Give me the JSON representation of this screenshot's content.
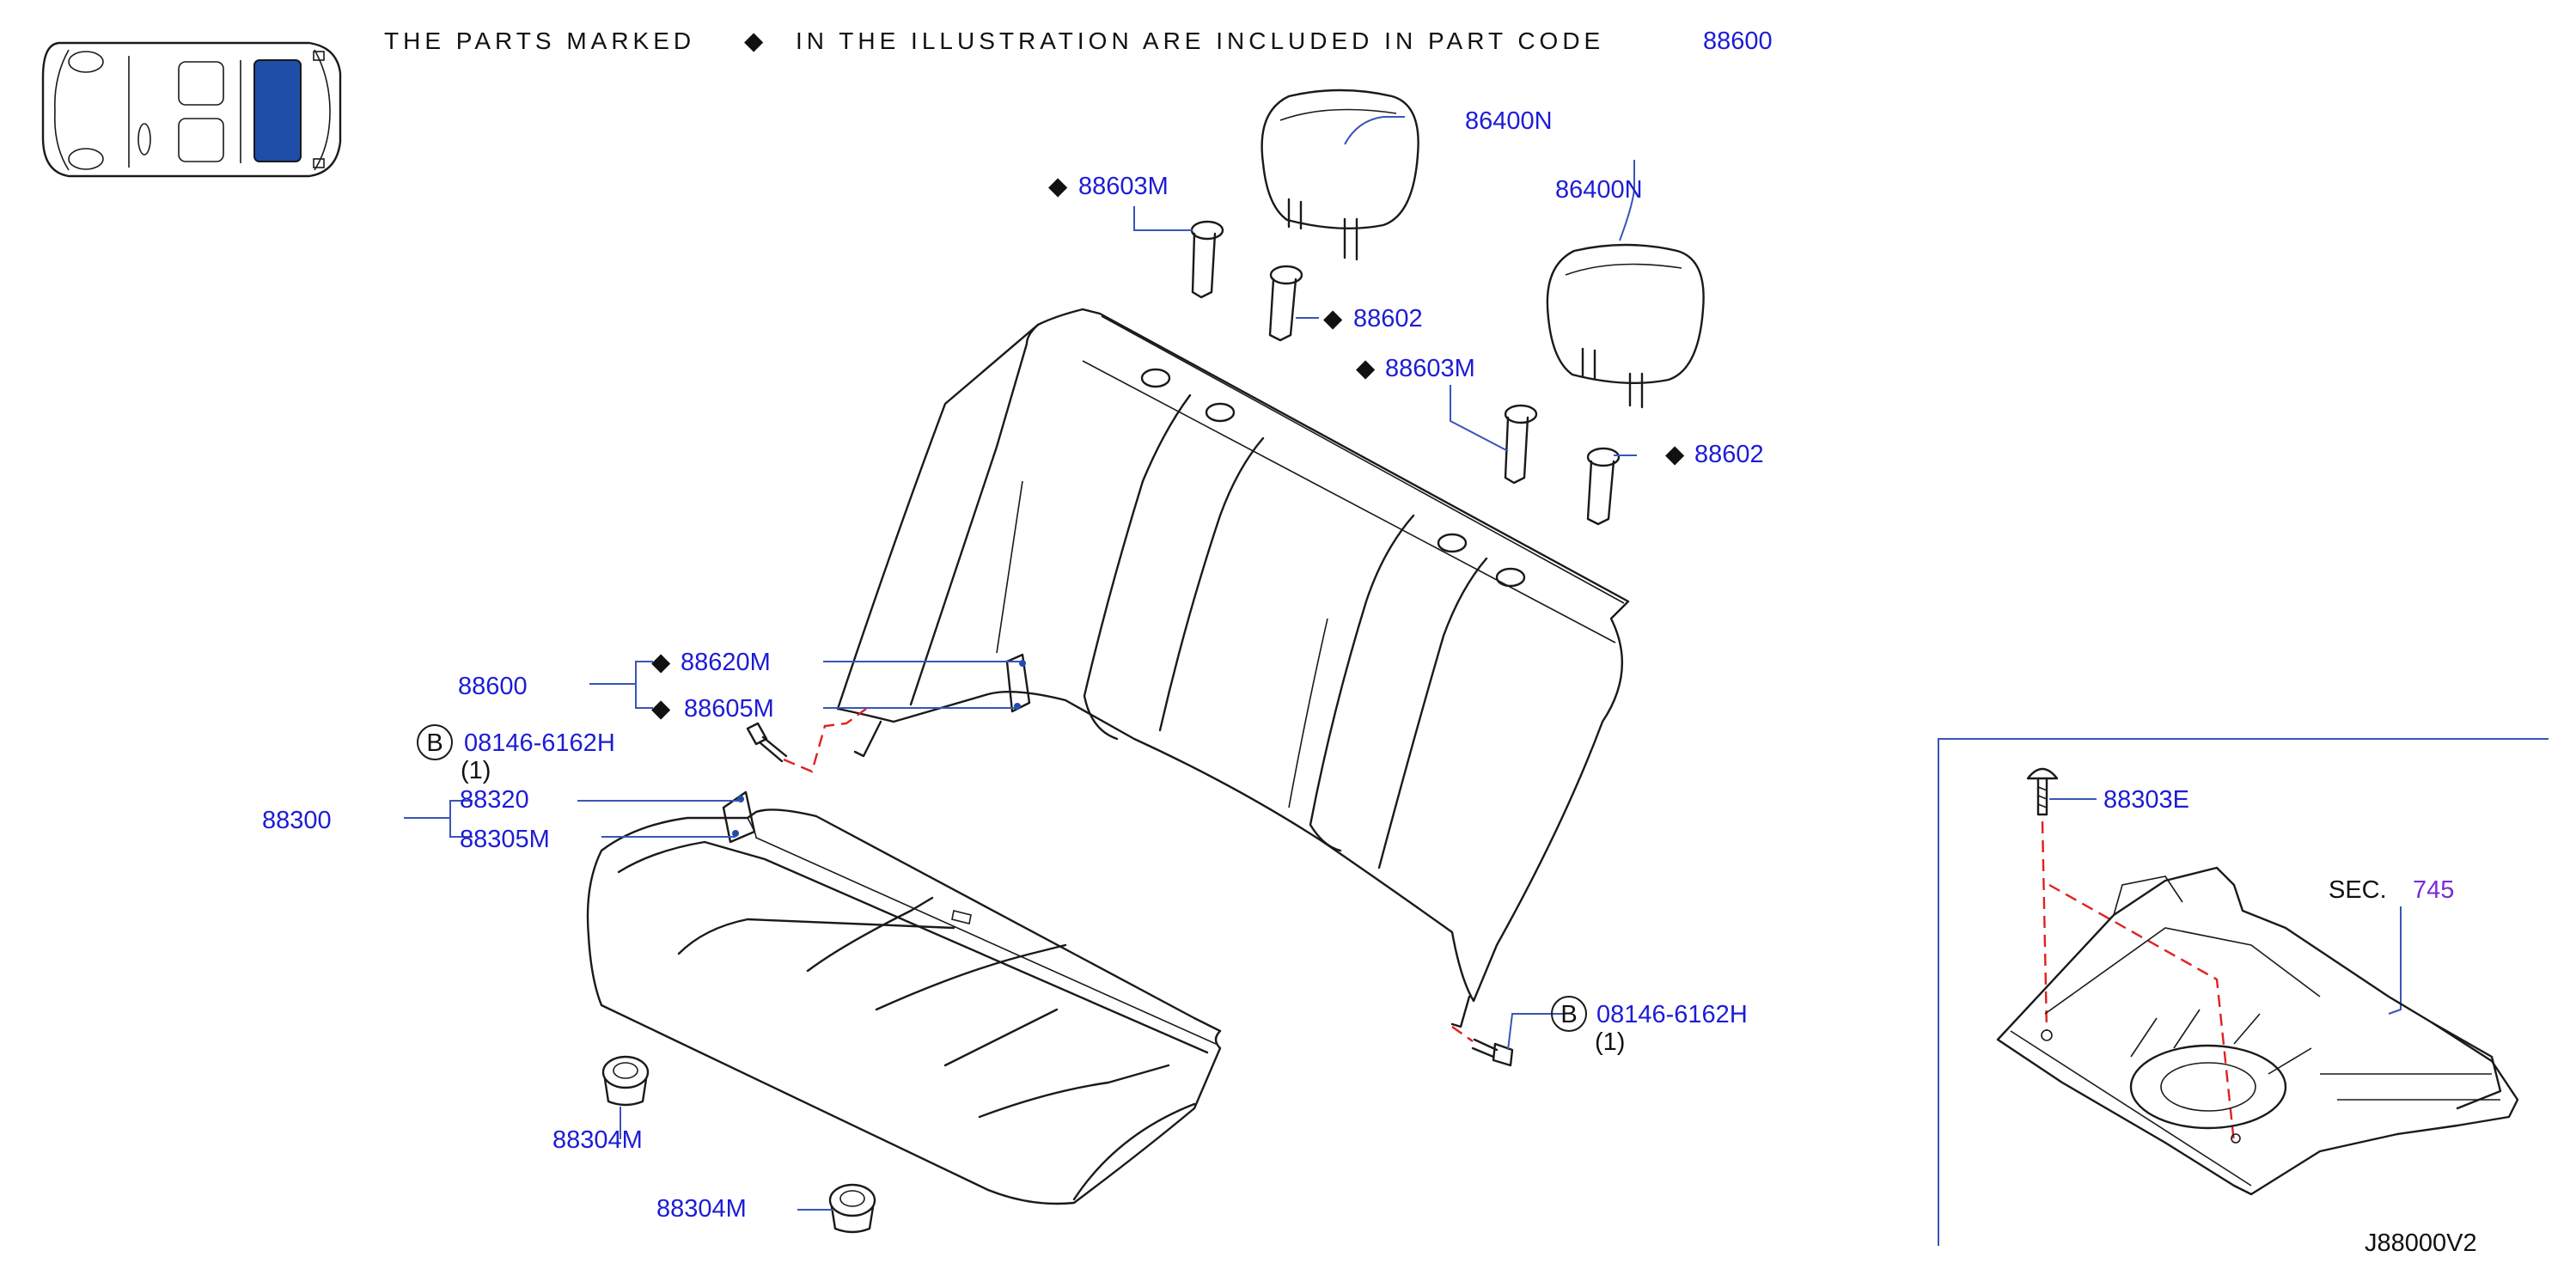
{
  "header": {
    "note_prefix": "THE PARTS MARKED",
    "note_suffix": "IN THE ILLUSTRATION ARE INCLUDED IN PART CODE",
    "note_code": "88600",
    "marker_glyph": "◆"
  },
  "callouts": {
    "headrest_1": "86400N",
    "headrest_2": "86400N",
    "guide_1": "88603M",
    "guide_lock_1": "88602",
    "guide_2": "88603M",
    "guide_lock_2": "88602",
    "seatback_assy": "88600",
    "seatback_sub_1": "88620M",
    "seatback_sub_2": "88605M",
    "bolt_1": "08146-6162H",
    "bolt_1_qty": "(1)",
    "bolt_circle_1": "B",
    "cushion_assy": "88300",
    "cushion_sub_1": "88320",
    "cushion_sub_2": "88305M",
    "bumper_1": "88304M",
    "bumper_2": "88304M",
    "bolt_2": "08146-6162H",
    "bolt_2_qty": "(1)",
    "bolt_circle_2": "B",
    "clip": "88303E",
    "sec_label": "SEC.",
    "sec_code": "745"
  },
  "footer": {
    "diagram_code": "J88000V2"
  },
  "colors": {
    "part_number": "#1c1cd6",
    "leader": "#3a55b5",
    "dashed_guide": "#e02020",
    "highlight_seat": "#1e4ea8",
    "section_link": "#7a2bd6"
  }
}
